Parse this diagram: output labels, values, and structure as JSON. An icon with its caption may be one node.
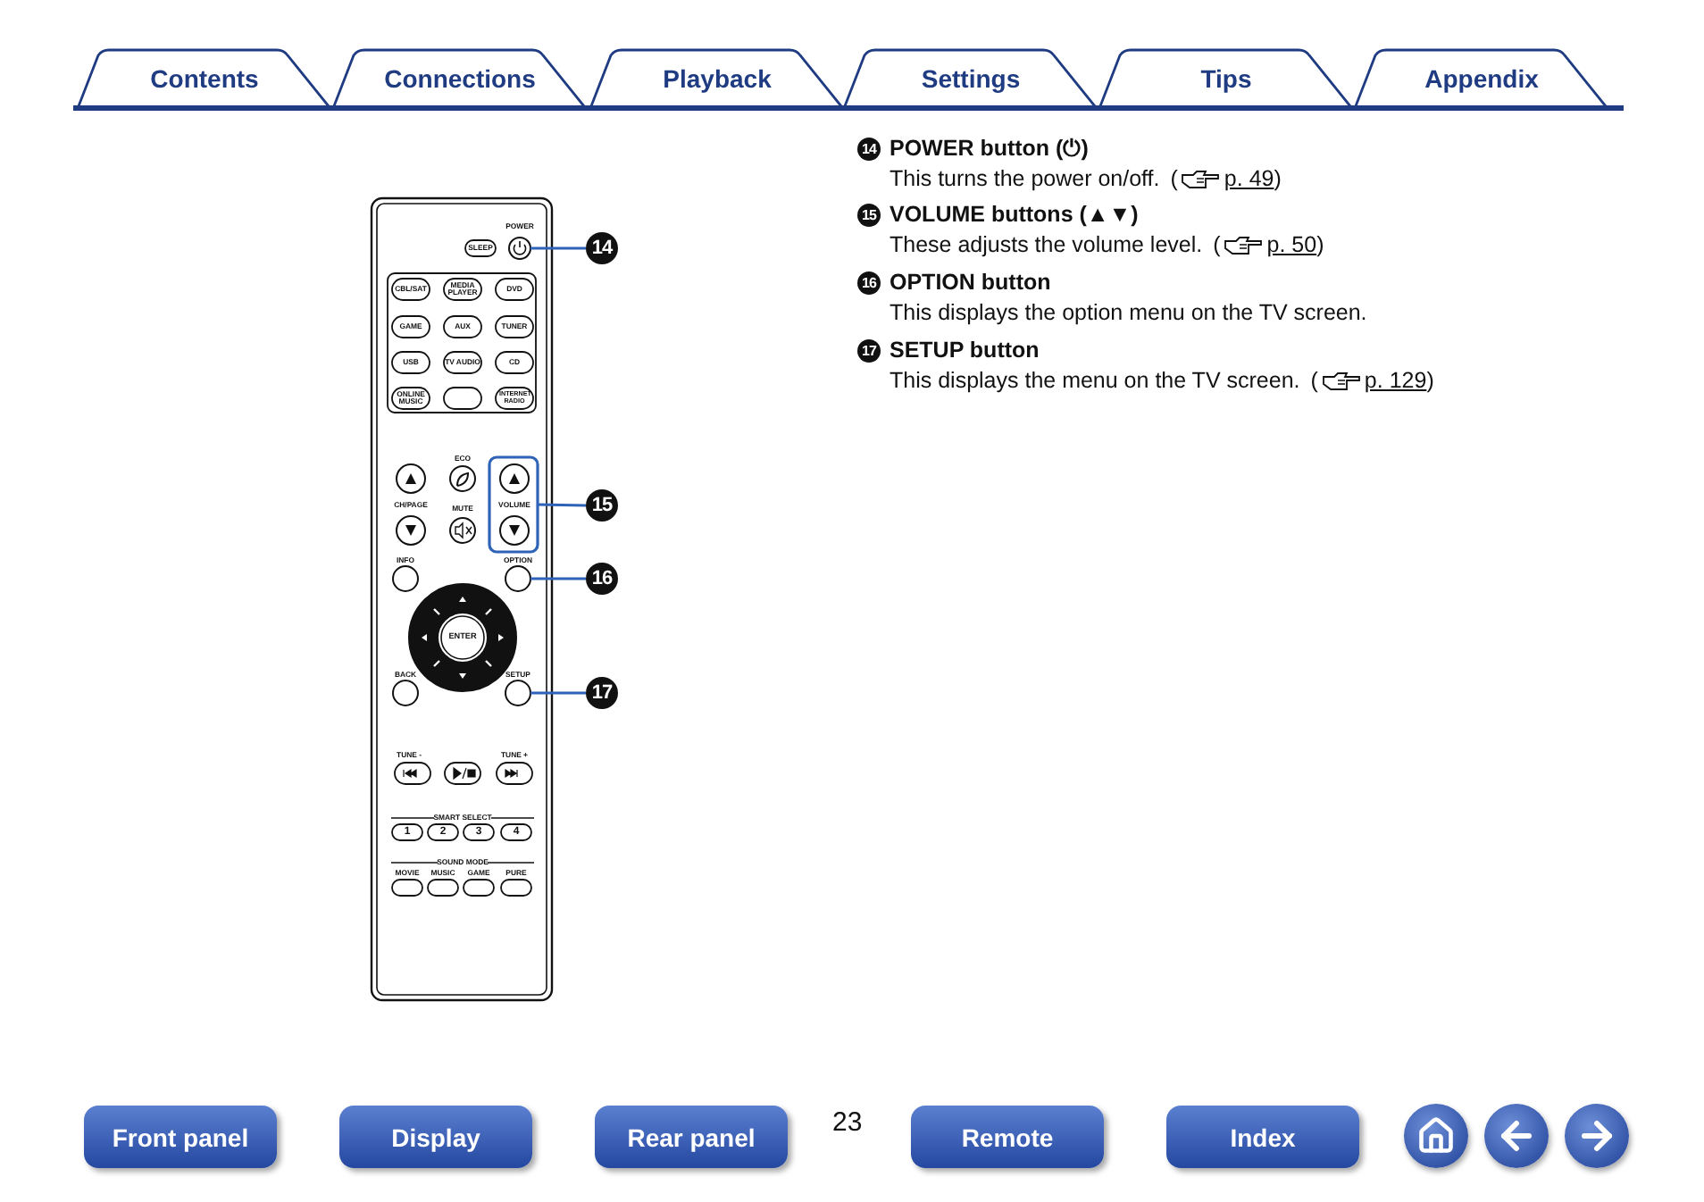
{
  "diagram": {
    "nodes": [
      {
        "text": [
          "14"
        ]
      },
      {
        "text": [],
        "shape": "circle"
      },
      {
        "text": [
          "15"
        ]
      },
      {
        "text": [],
        "shape": "box"
      },
      {
        "text": [
          "16"
        ]
      },
      {
        "text": [],
        "shape": "circle"
      },
      {
        "text": [
          "17"
        ]
      },
      {
        "text": [],
        "shape": "circle"
      }
    ],
    "edges": [
      {
        "from": 1,
        "to": 0,
        "arrow": "none"
      },
      {
        "from": 3,
        "to": 2,
        "arrow": "none"
      },
      {
        "from": 5,
        "to": 4,
        "arrow": "none"
      },
      {
        "from": 7,
        "to": 6,
        "arrow": "none"
      }
    ],
    "labels": [
      "Contents",
      "Connections",
      "Playback",
      "Settings",
      "Tips",
      "Appendix",
      "POWER",
      "SLEEP",
      "CBL/SAT",
      "MEDIA PLAYER",
      "DVD",
      "GAME",
      "AUX",
      "TUNER",
      "USB",
      "TV AUDIO",
      "CD",
      "ONLINE MUSIC",
      "INTERNET RADIO",
      "ECO",
      "CH/PAGE",
      "MUTE",
      "VOLUME",
      "INFO",
      "OPTION",
      "ENTER",
      "BACK",
      "SETUP",
      "TUNE -",
      "TUNE +",
      "SMART SELECT",
      "1",
      "2",
      "3",
      "4",
      "SOUND MODE",
      "MOVIE",
      "MUSIC",
      "GAME",
      "PURE",
      "14",
      "POWER button (⏻)",
      "This turns the power on/off.",
      "(",
      "p. 49",
      ")",
      "15",
      "VOLUME buttons (▲▼)",
      "These adjusts the volume level.",
      "(",
      "p. 50",
      ")",
      "16",
      "OPTION button",
      "This displays the option menu on the TV screen.",
      "17",
      "SETUP button",
      "This displays the menu on the TV screen.",
      "(",
      "p. 129",
      ")",
      "Front panel",
      "Display",
      "Rear panel",
      "23",
      "Remote",
      "Index"
    ]
  }
}
